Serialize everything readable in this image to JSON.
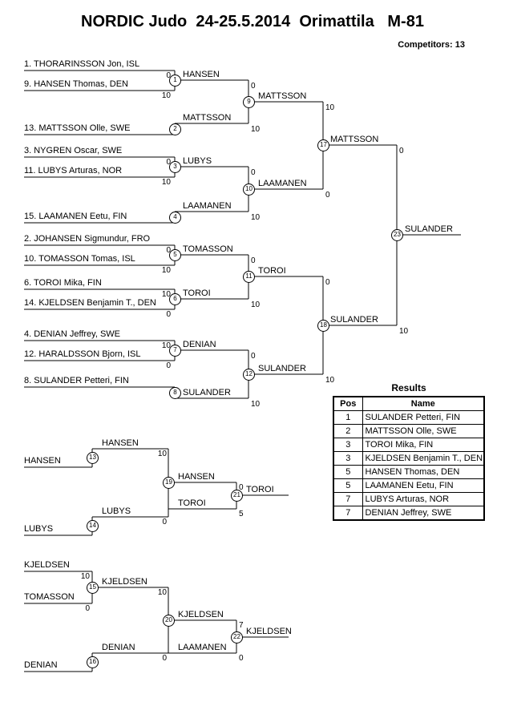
{
  "header": {
    "title": "NORDIC Judo  24-25.5.2014  Orimattila   M-81",
    "competitors": "Competitors: 13"
  },
  "main": {
    "r1": [
      {
        "name": "1. THORARINSSON Jon, ISL",
        "score": "0"
      },
      {
        "name": "9. HANSEN Thomas, DEN",
        "score": "10"
      },
      {
        "name": "13. MATTSSON Olle, SWE",
        "score": ""
      },
      {
        "name": "3. NYGREN Oscar, SWE",
        "score": "0"
      },
      {
        "name": "11. LUBYS Arturas, NOR",
        "score": "10"
      },
      {
        "name": "15. LAAMANEN Eetu, FIN",
        "score": ""
      },
      {
        "name": "2. JOHANSEN Sigmundur, FRO",
        "score": "0"
      },
      {
        "name": "10. TOMASSON Tomas, ISL",
        "score": "10"
      },
      {
        "name": "6. TOROI Mika, FIN",
        "score": "10"
      },
      {
        "name": "14. KJELDSEN Benjamin T., DEN",
        "score": "0"
      },
      {
        "name": "4. DENIAN Jeffrey, SWE",
        "score": "10"
      },
      {
        "name": "12. HARALDSSON Bjorn, ISL",
        "score": "0"
      },
      {
        "name": "8. SULANDER Petteri, FIN",
        "score": ""
      }
    ],
    "w1": [
      {
        "label": "HANSEN",
        "score": "0"
      },
      {
        "label": "MATTSSON",
        "score": "10"
      },
      {
        "label": "LUBYS",
        "score": "0"
      },
      {
        "label": "LAAMANEN",
        "score": "10"
      },
      {
        "label": "TOMASSON",
        "score": "0"
      },
      {
        "label": "TOROI",
        "score": "10"
      },
      {
        "label": "DENIAN",
        "score": "0"
      },
      {
        "label": "SULANDER",
        "score": "10"
      }
    ],
    "w2": [
      {
        "label": "MATTSSON",
        "score": "10"
      },
      {
        "label": "LAAMANEN",
        "score": "0"
      },
      {
        "label": "TOROI",
        "score": "0"
      },
      {
        "label": "SULANDER",
        "score": "10"
      }
    ],
    "w3": [
      {
        "label": "MATTSSON",
        "score": "0"
      },
      {
        "label": "SULANDER",
        "score": "10"
      }
    ],
    "champion": "SULANDER"
  },
  "rep1": {
    "entries": [
      {
        "name": "HANSEN"
      },
      {
        "name": "LUBYS"
      }
    ],
    "w13": {
      "label": "HANSEN",
      "score": "10"
    },
    "w14": {
      "label": "LUBYS",
      "score": "0"
    },
    "w19": {
      "label": "HANSEN",
      "score": "0"
    },
    "opp21": {
      "label": "TOROI",
      "score": "5"
    },
    "w21": "TOROI"
  },
  "rep2": {
    "entries": [
      {
        "name": "KJELDSEN",
        "score": "10"
      },
      {
        "name": "TOMASSON",
        "score": "0"
      },
      {
        "name": "DENIAN",
        "score": ""
      }
    ],
    "w15": {
      "label": "KJELDSEN",
      "score": "10"
    },
    "w16": {
      "label": "DENIAN",
      "score": "0"
    },
    "w20": {
      "label": "KJELDSEN",
      "score": "7"
    },
    "opp22": {
      "label": "LAAMANEN",
      "score": "0"
    },
    "w22": "KJELDSEN"
  },
  "matches": {
    "m1": "1",
    "m2": "2",
    "m3": "3",
    "m4": "4",
    "m5": "5",
    "m6": "6",
    "m7": "7",
    "m8": "8",
    "m9": "9",
    "m10": "10",
    "m11": "11",
    "m12": "12",
    "m13": "13",
    "m14": "14",
    "m15": "15",
    "m16": "16",
    "m17": "17",
    "m18": "18",
    "m19": "19",
    "m20": "20",
    "m21": "21",
    "m22": "22",
    "m23": "23"
  },
  "results": {
    "title": "Results",
    "col_pos": "Pos",
    "col_name": "Name",
    "rows": [
      {
        "pos": "1",
        "name": "SULANDER Petteri, FIN"
      },
      {
        "pos": "2",
        "name": "MATTSSON Olle, SWE"
      },
      {
        "pos": "3",
        "name": "TOROI Mika, FIN"
      },
      {
        "pos": "3",
        "name": "KJELDSEN Benjamin T., DEN"
      },
      {
        "pos": "5",
        "name": "HANSEN Thomas, DEN"
      },
      {
        "pos": "5",
        "name": "LAAMANEN Eetu, FIN"
      },
      {
        "pos": "7",
        "name": "LUBYS Arturas, NOR"
      },
      {
        "pos": "7",
        "name": "DENIAN Jeffrey, SWE"
      }
    ]
  }
}
